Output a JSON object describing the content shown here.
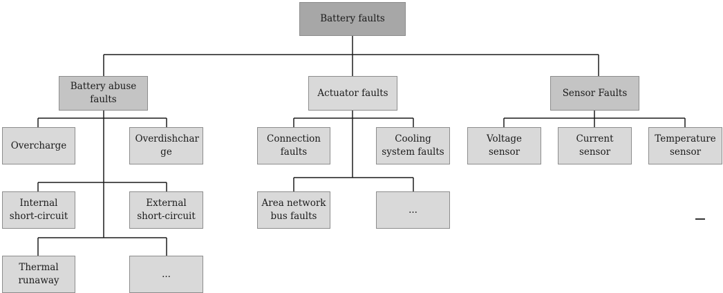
{
  "diagram": {
    "root": {
      "label": "Battery faults"
    },
    "categories": [
      {
        "label": "Battery abuse faults",
        "children": [
          "Overcharge",
          "Overdishcharge",
          "Internal short-circuit",
          "External short-circuit",
          "Thermal runaway",
          "..."
        ]
      },
      {
        "label": "Actuator faults",
        "children": [
          "Connection faults",
          "Cooling system faults",
          "Area network bus faults",
          "..."
        ]
      },
      {
        "label": "Sensor Faults",
        "children": [
          "Voltage sensor",
          "Current sensor",
          "Temperature sensor"
        ]
      }
    ],
    "labels": {
      "root": "Battery faults",
      "abuse": "Battery abuse faults",
      "actuator": "Actuator faults",
      "sensor": "Sensor Faults",
      "overcharge": "Overcharge",
      "overdischarge": "Overdishchar ge",
      "internal_sc": "Internal short-circuit",
      "external_sc": "External short-circuit",
      "thermal": "Thermal runaway",
      "abuse_more": "...",
      "connection": "Connection faults",
      "cooling": "Cooling system faults",
      "can_bus": "Area network bus faults",
      "actuator_more": "...",
      "voltage": "Voltage sensor",
      "current": "Current sensor",
      "temperature": "Temperature sensor"
    }
  }
}
